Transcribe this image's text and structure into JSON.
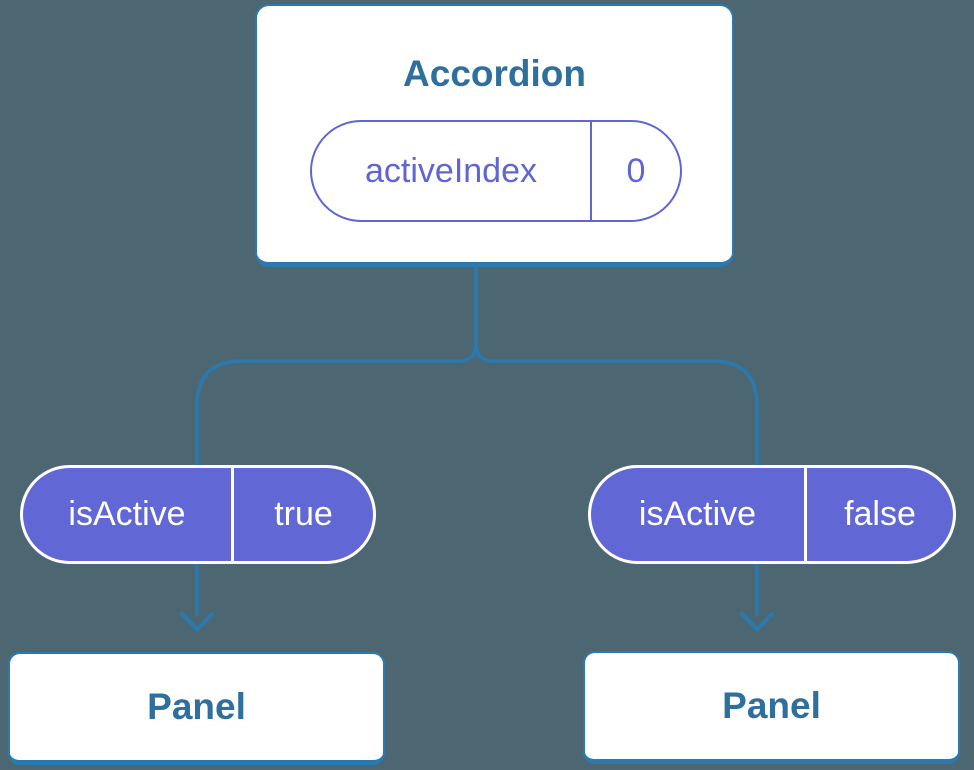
{
  "colors": {
    "background": "#4D6772",
    "line": "#2A7AB0",
    "node_text": "#2E6F9E",
    "node_bg": "#FFFFFF",
    "state_purple": "#5F65D4",
    "prop_bg": "#6267D6",
    "prop_text": "#FFFFFF"
  },
  "diagram": {
    "type": "component-tree",
    "root": {
      "title": "Accordion",
      "state_pill": {
        "label": "activeIndex",
        "value": "0"
      }
    },
    "branches": [
      {
        "prop_pill": {
          "label": "isActive",
          "value": "true"
        },
        "child": {
          "title": "Panel"
        }
      },
      {
        "prop_pill": {
          "label": "isActive",
          "value": "false"
        },
        "child": {
          "title": "Panel"
        }
      }
    ]
  }
}
